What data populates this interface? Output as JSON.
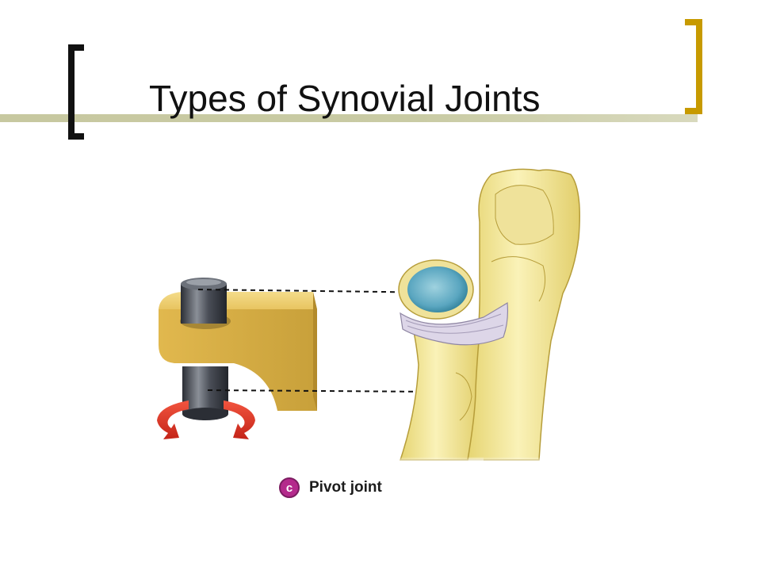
{
  "slide": {
    "title": "Types of Synovial Joints"
  },
  "figure": {
    "panel_letter": "c",
    "caption": "Pivot joint"
  },
  "colors": {
    "left_bracket": "#111111",
    "right_bracket": "#c79a00",
    "title_rule": "#c7c8a0",
    "bone": "#f1e58f",
    "cartilage": "#5aa6c0",
    "ligament": "#ddd6e8",
    "peg": "#4a4e57",
    "rotation_arrow": "#e0382a",
    "badge": "#b42a8c"
  },
  "icons": {
    "rotation": "curved-arrow-icon"
  }
}
